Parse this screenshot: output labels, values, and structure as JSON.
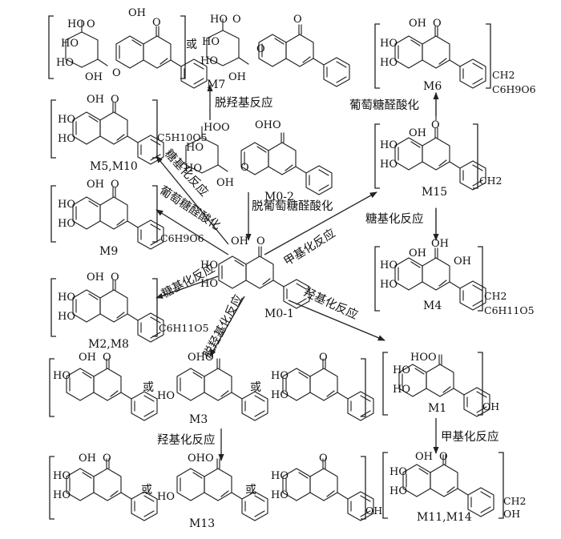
{
  "reactions": {
    "r_dehydroxy_top": "脱羟基反应",
    "r_deglucuronidation": "脱葡萄糖醛酸化",
    "r_glycosylation_1": "糖基化反应",
    "r_glucuronidation_1": "葡萄糖醛酸化",
    "r_glycosylation_2": "糖基化反应",
    "r_dehydroxy_2": "脱羟基化反应",
    "r_methylation_1": "甲基化反应",
    "r_glucuronidation_2": "葡萄糖醛酸化",
    "r_glycosylation_3": "糖基化反应",
    "r_hydroxylation_1": "羟基化反应",
    "r_hydroxylation_2": "羟基化反应",
    "r_methylation_2": "甲基化反应"
  },
  "compounds": {
    "m7": "M7",
    "m0_2": "M0-2",
    "m0_1": "M0-1",
    "m5_m10": "M5,M10",
    "m9": "M9",
    "m2_m8": "M2,M8",
    "m3": "M3",
    "m13": "M13",
    "m6": "M6",
    "m15": "M15",
    "m4": "M4",
    "m1": "M1",
    "m11_m14": "M11,M14"
  },
  "groups": {
    "c5h10o5": "C5H10O5",
    "c6h9o6": "C6H9O6",
    "c6h11o5": "C6H11O5",
    "c6h11o5_b": "C6H11O5",
    "c6h9o6_b": "C6H9O6",
    "ch2_a": "CH2",
    "ch2_b": "CH2",
    "ch2_c": "CH2",
    "ch2_d": "CH2",
    "oh_m1": "OH",
    "oh_m13": "OH",
    "oh_m11": "OH"
  },
  "connectors": {
    "or_top": "或",
    "or_m3_a": "或",
    "or_m3_b": "或",
    "or_m13_a": "或",
    "or_m13_b": "或"
  },
  "atoms": {
    "OH": "OH",
    "HO": "HO",
    "O": "O",
    "HOO": "HOO",
    "OHO": "OHO",
    "HO_O": "HO  O"
  }
}
